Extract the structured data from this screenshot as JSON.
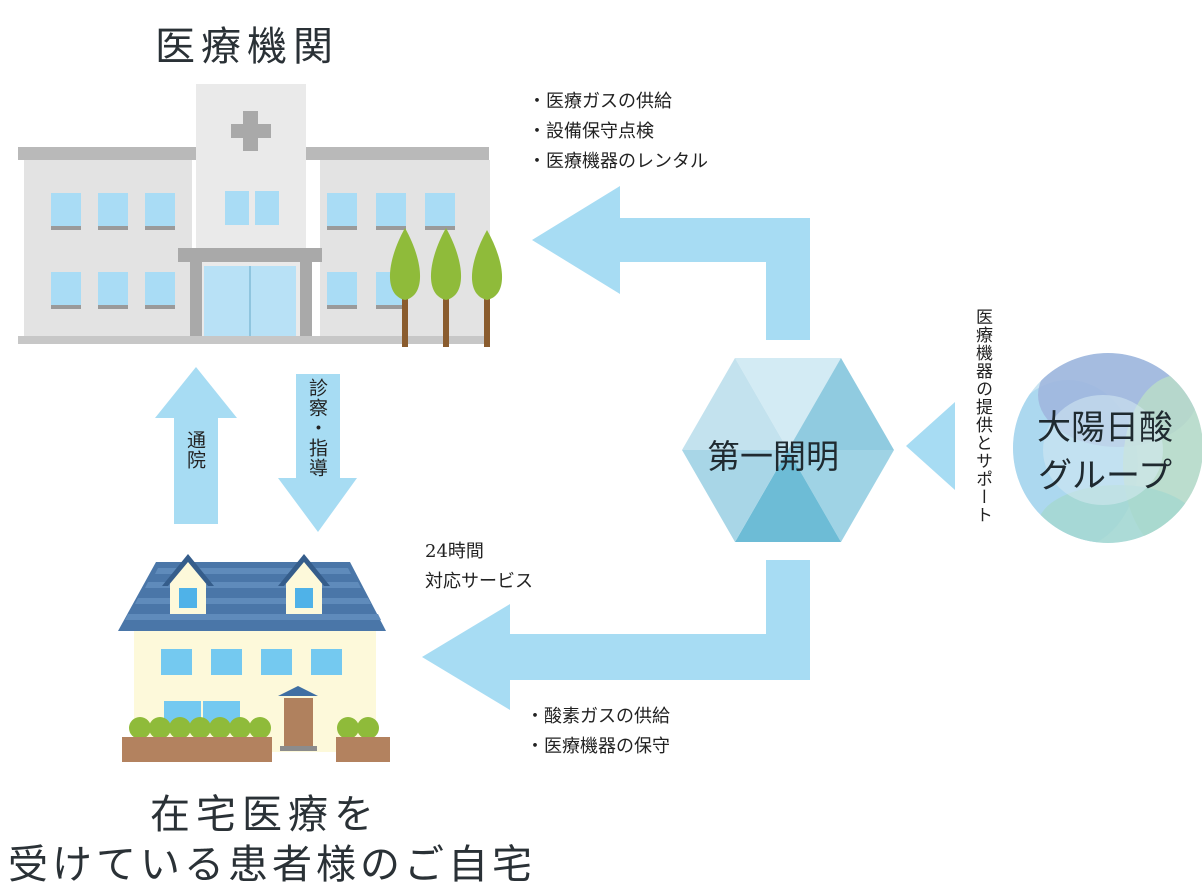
{
  "hospital": {
    "title": "医療機関"
  },
  "home": {
    "title_line1": "在宅医療を",
    "title_line2": "受けている患者様のご自宅"
  },
  "to_hospital_services": [
    "・医療ガスの供給",
    "・設備保守点検",
    "・医療機器のレンタル"
  ],
  "to_home_services": [
    "・酸素ガスの供給",
    "・医療機器の保守"
  ],
  "support_24h": {
    "line1": "24時間",
    "line2": "対応サービス"
  },
  "visit_label": "通院",
  "consult_label": "診察・指導",
  "company": {
    "name": "第一開明"
  },
  "group": {
    "line1": "大陽日酸",
    "line2": "グループ",
    "supply_label": "医療機器の提供とサポート"
  },
  "colors": {
    "arrow": "#a7dcf3",
    "hex_light": "#d2ebf4",
    "hex_mid": "#8fcbe0",
    "hex_dark": "#6cbcd6",
    "building_wall": "#e1e1e1",
    "window": "#a9dcf5",
    "roof_blue": "#4c78a9",
    "tree_green": "#8fbb3a"
  }
}
